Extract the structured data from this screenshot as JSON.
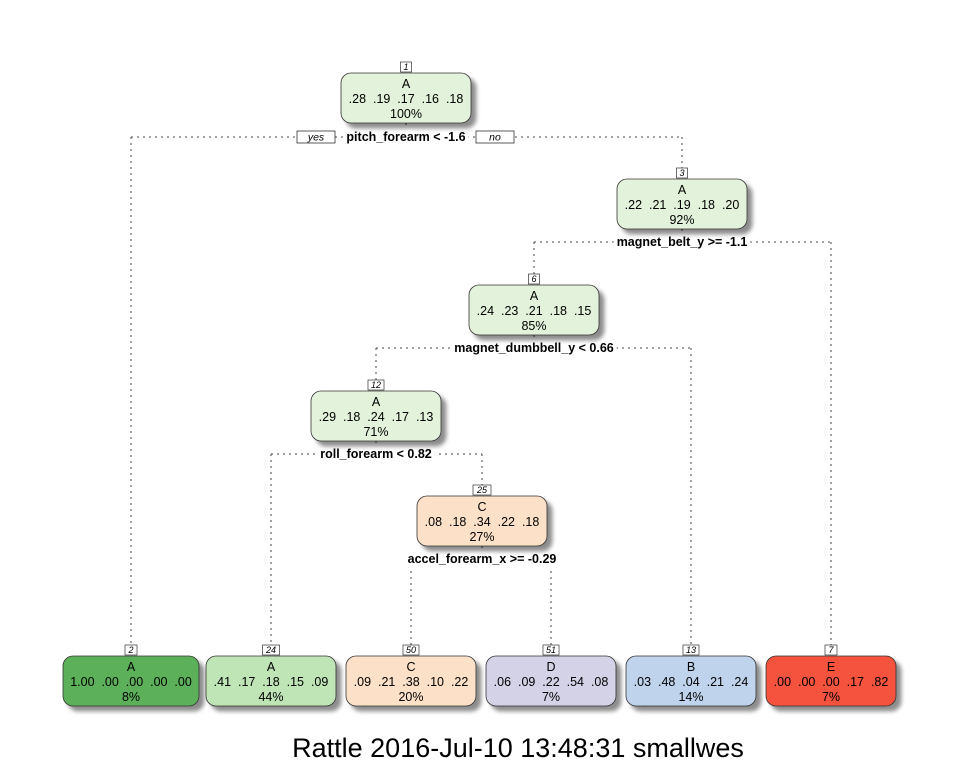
{
  "caption": "Rattle 2016-Jul-10 13:48:31 smallwes",
  "edge_labels": {
    "yes": "yes",
    "no": "no"
  },
  "nodes": [
    {
      "id": "1",
      "cls": "A",
      "probs": ".28  .19  .17  .16  .18",
      "pct": "100%",
      "fill": "#e3f2da"
    },
    {
      "id": "3",
      "cls": "A",
      "probs": ".22  .21  .19  .18  .20",
      "pct": "92%",
      "fill": "#e3f2da"
    },
    {
      "id": "6",
      "cls": "A",
      "probs": ".24  .23  .21  .18  .15",
      "pct": "85%",
      "fill": "#e3f2da"
    },
    {
      "id": "12",
      "cls": "A",
      "probs": ".29  .18  .24  .17  .13",
      "pct": "71%",
      "fill": "#e3f2da"
    },
    {
      "id": "25",
      "cls": "C",
      "probs": ".08  .18  .34  .22  .18",
      "pct": "27%",
      "fill": "#fde0c8"
    },
    {
      "id": "2",
      "cls": "A",
      "probs": "1.00  .00  .00  .00  .00",
      "pct": "8%",
      "fill": "#5db05a"
    },
    {
      "id": "24",
      "cls": "A",
      "probs": ".41  .17  .18  .15  .09",
      "pct": "44%",
      "fill": "#bfe4b6"
    },
    {
      "id": "50",
      "cls": "C",
      "probs": ".09  .21  .38  .10  .22",
      "pct": "20%",
      "fill": "#fde0c8"
    },
    {
      "id": "51",
      "cls": "D",
      "probs": ".06  .09  .22  .54  .08",
      "pct": "7%",
      "fill": "#d3d2e6"
    },
    {
      "id": "13",
      "cls": "B",
      "probs": ".03  .48  .04  .21  .24",
      "pct": "14%",
      "fill": "#bfd3ec"
    },
    {
      "id": "7",
      "cls": "E",
      "probs": ".00  .00  .00  .17  .82",
      "pct": "7%",
      "fill": "#f5533c"
    }
  ],
  "splits": [
    {
      "node": "1",
      "label": "pitch_forearm < -1.6"
    },
    {
      "node": "3",
      "label": "magnet_belt_y >= -1.1"
    },
    {
      "node": "6",
      "label": "magnet_dumbbell_y < 0.66"
    },
    {
      "node": "12",
      "label": "roll_forearm < 0.82"
    },
    {
      "node": "25",
      "label": "accel_forearm_x >= -0.29"
    }
  ]
}
